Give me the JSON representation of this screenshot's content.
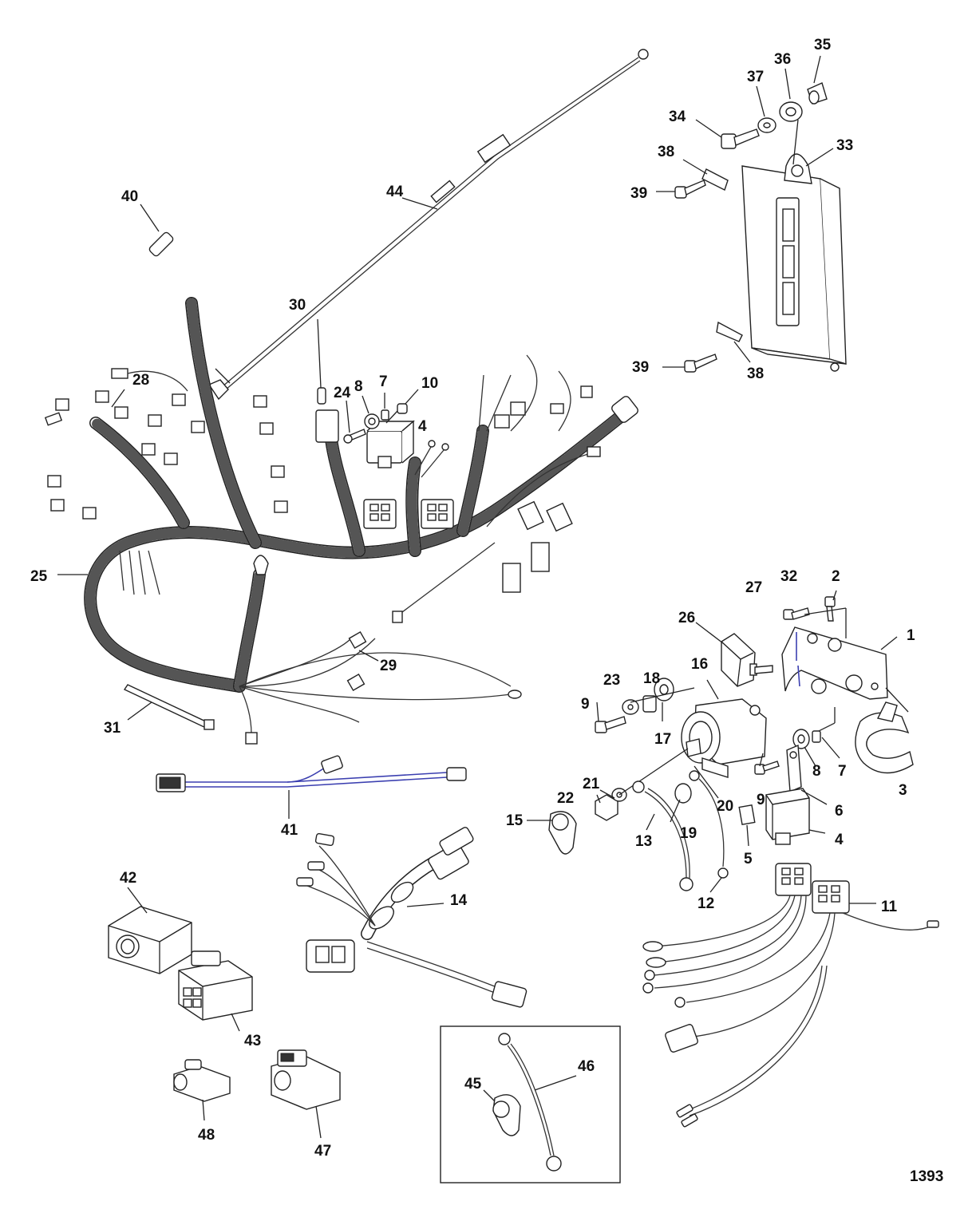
{
  "diagram_number": "1393",
  "callouts": [
    {
      "id": "c1",
      "label": "1"
    },
    {
      "id": "c2",
      "label": "2"
    },
    {
      "id": "c3",
      "label": "3"
    },
    {
      "id": "c4a",
      "label": "4"
    },
    {
      "id": "c4b",
      "label": "4"
    },
    {
      "id": "c5",
      "label": "5"
    },
    {
      "id": "c6",
      "label": "6"
    },
    {
      "id": "c7a",
      "label": "7"
    },
    {
      "id": "c7b",
      "label": "7"
    },
    {
      "id": "c8a",
      "label": "8"
    },
    {
      "id": "c8b",
      "label": "8"
    },
    {
      "id": "c9a",
      "label": "9"
    },
    {
      "id": "c9b",
      "label": "9"
    },
    {
      "id": "c10",
      "label": "10"
    },
    {
      "id": "c11",
      "label": "11"
    },
    {
      "id": "c12",
      "label": "12"
    },
    {
      "id": "c13",
      "label": "13"
    },
    {
      "id": "c14",
      "label": "14"
    },
    {
      "id": "c15",
      "label": "15"
    },
    {
      "id": "c16",
      "label": "16"
    },
    {
      "id": "c17",
      "label": "17"
    },
    {
      "id": "c18",
      "label": "18"
    },
    {
      "id": "c19",
      "label": "19"
    },
    {
      "id": "c20",
      "label": "20"
    },
    {
      "id": "c21",
      "label": "21"
    },
    {
      "id": "c22",
      "label": "22"
    },
    {
      "id": "c23",
      "label": "23"
    },
    {
      "id": "c24",
      "label": "24"
    },
    {
      "id": "c25",
      "label": "25"
    },
    {
      "id": "c26",
      "label": "26"
    },
    {
      "id": "c27",
      "label": "27"
    },
    {
      "id": "c28",
      "label": "28"
    },
    {
      "id": "c29",
      "label": "29"
    },
    {
      "id": "c30",
      "label": "30"
    },
    {
      "id": "c31",
      "label": "31"
    },
    {
      "id": "c32",
      "label": "32"
    },
    {
      "id": "c33",
      "label": "33"
    },
    {
      "id": "c34",
      "label": "34"
    },
    {
      "id": "c35",
      "label": "35"
    },
    {
      "id": "c36",
      "label": "36"
    },
    {
      "id": "c37",
      "label": "37"
    },
    {
      "id": "c38a",
      "label": "38"
    },
    {
      "id": "c38b",
      "label": "38"
    },
    {
      "id": "c39a",
      "label": "39"
    },
    {
      "id": "c39b",
      "label": "39"
    },
    {
      "id": "c40",
      "label": "40"
    },
    {
      "id": "c41",
      "label": "41"
    },
    {
      "id": "c42",
      "label": "42"
    },
    {
      "id": "c43",
      "label": "43"
    },
    {
      "id": "c44",
      "label": "44"
    },
    {
      "id": "c45",
      "label": "45"
    },
    {
      "id": "c46",
      "label": "46"
    },
    {
      "id": "c47",
      "label": "47"
    },
    {
      "id": "c48",
      "label": "48"
    }
  ]
}
